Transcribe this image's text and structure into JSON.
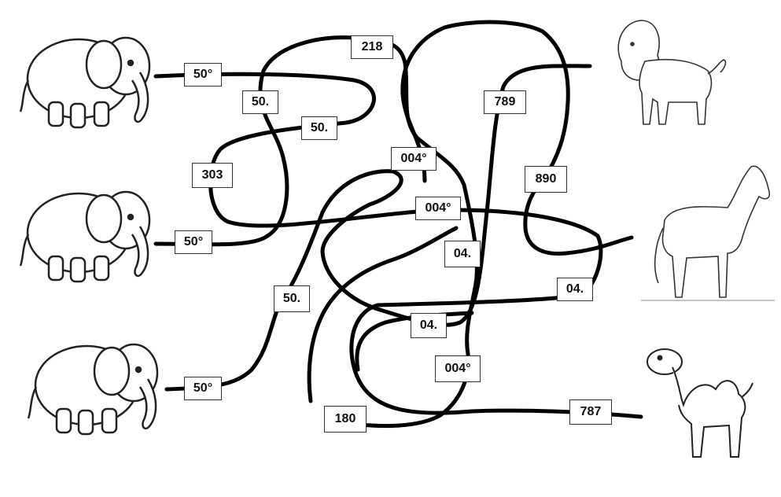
{
  "animals": {
    "left": [
      "elephant-icon",
      "elephant-icon",
      "elephant-icon"
    ],
    "right": [
      "lion-icon",
      "horse-icon",
      "camel-icon"
    ]
  },
  "labels": {
    "l1": "50°",
    "l2": "50°",
    "l3": "50°",
    "l4": "50.",
    "l5": "50.",
    "l6": "303",
    "l7": "218",
    "l8": "004°",
    "l9": "004°",
    "l10": "789",
    "l11": "890",
    "l12": "50.",
    "l13": "04.",
    "l14": "04.",
    "l15": "04.",
    "l16": "004°",
    "l17": "180",
    "l18": "787"
  },
  "colors": {
    "line": "#000000",
    "outline": "#222222",
    "background": "#ffffff"
  }
}
